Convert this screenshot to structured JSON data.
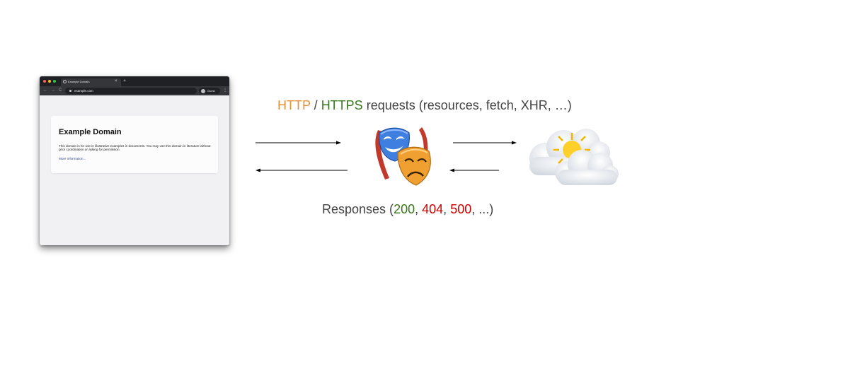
{
  "browser": {
    "tab_title": "Example Domain",
    "tab_close": "×",
    "tab_new": "+",
    "nav_back": "←",
    "nav_forward": "→",
    "nav_reload": "C",
    "url": "example.com",
    "profile_label": "Guest",
    "menu": "⋮",
    "page": {
      "heading": "Example Domain",
      "body": "This domain is for use in illustrative examples in documents. You may use this domain in literature without prior coordination or asking for permission.",
      "link": "More information..."
    }
  },
  "diagram": {
    "requests": {
      "http": "HTTP",
      "sep": " / ",
      "https": "HTTPS",
      "rest": " requests (resources, fetch, XHR, …)"
    },
    "responses": {
      "prefix": "Responses (",
      "code_200": "200",
      "comma1": ", ",
      "code_404": "404",
      "comma2": ", ",
      "code_500": "500",
      "suffix": ", ...)"
    },
    "icons": {
      "middle": "theater-masks-icon",
      "right": "sun-behind-clouds-icon"
    }
  },
  "colors": {
    "http": "#e69138",
    "https": "#38761d",
    "ok": "#38761d",
    "error": "#cc0000",
    "text": "#444444"
  }
}
